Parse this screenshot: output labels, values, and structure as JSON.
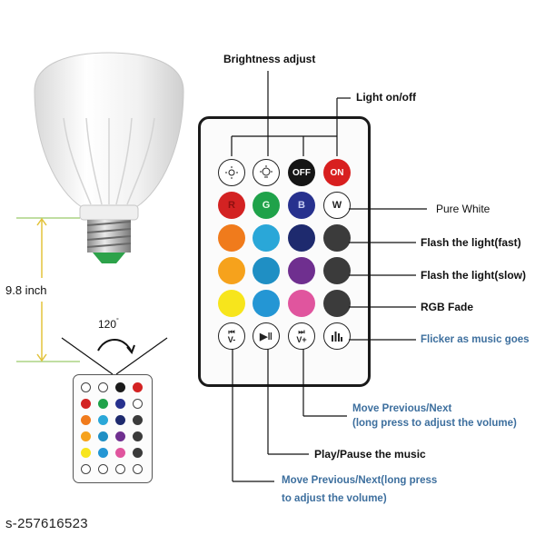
{
  "labels": {
    "brightness": "Brightness adjust",
    "light_onoff": "Light on/off",
    "pure_white": "Pure White",
    "flash_fast": "Flash the light(fast)",
    "flash_slow": "Flash the light(slow)",
    "rgb_fade": "RGB Fade",
    "flicker": "Flicker as music goes",
    "move_next_1": "Move Previous/Next",
    "move_next_2": "(long press to adjust the volume)",
    "play_pause": "Play/Pause the music",
    "move_prev_1": "Move Previous/Next(long press",
    "move_prev_2": "to adjust the volume)"
  },
  "dimension": {
    "height": "9.8 inch",
    "angle": "120"
  },
  "buttons": {
    "off": "OFF",
    "on": "ON",
    "r": "R",
    "g": "G",
    "b": "B",
    "w": "W",
    "prev": "V-",
    "play": "",
    "next": "V+",
    "music": ""
  },
  "watermark": "s-257616523",
  "colors": {
    "red": "#d32222",
    "green": "#1fa24a",
    "blue": "#27318e",
    "orange": "#f07b1c",
    "cyan": "#2aa7d8",
    "navy": "#1e2a6e",
    "amber": "#f6a21c",
    "teal": "#1f8fc4",
    "purple": "#6f2f8f",
    "yellow": "#f7e51c",
    "lightblue": "#2496d4",
    "pink": "#e0559e",
    "gray": "#3b3b3b",
    "annotation_blue": "#3d6f9e"
  }
}
